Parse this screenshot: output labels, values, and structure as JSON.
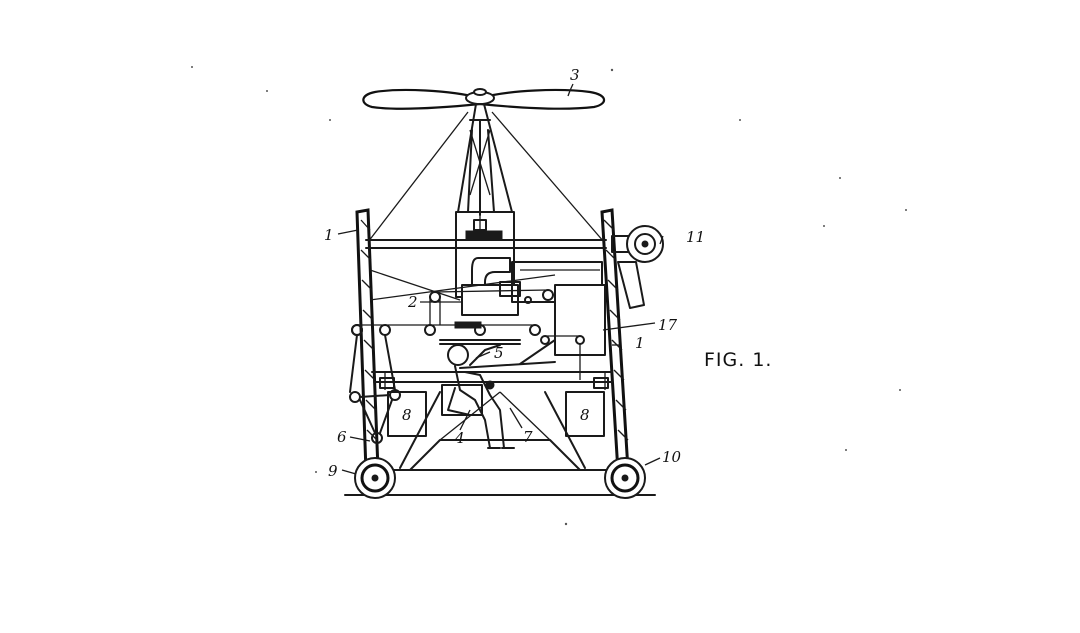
{
  "figure": {
    "caption": "FIG. 1."
  },
  "callouts": [
    {
      "id": "1a",
      "text": "1"
    },
    {
      "id": "1b",
      "text": "1"
    },
    {
      "id": "2",
      "text": "2"
    },
    {
      "id": "3",
      "text": "3"
    },
    {
      "id": "4",
      "text": "4"
    },
    {
      "id": "5",
      "text": "5"
    },
    {
      "id": "6",
      "text": "6"
    },
    {
      "id": "7",
      "text": "7"
    },
    {
      "id": "8a",
      "text": "8"
    },
    {
      "id": "8b",
      "text": "8"
    },
    {
      "id": "9",
      "text": "9"
    },
    {
      "id": "10",
      "text": "10"
    },
    {
      "id": "11",
      "text": "11"
    },
    {
      "id": "17",
      "text": "17"
    }
  ]
}
